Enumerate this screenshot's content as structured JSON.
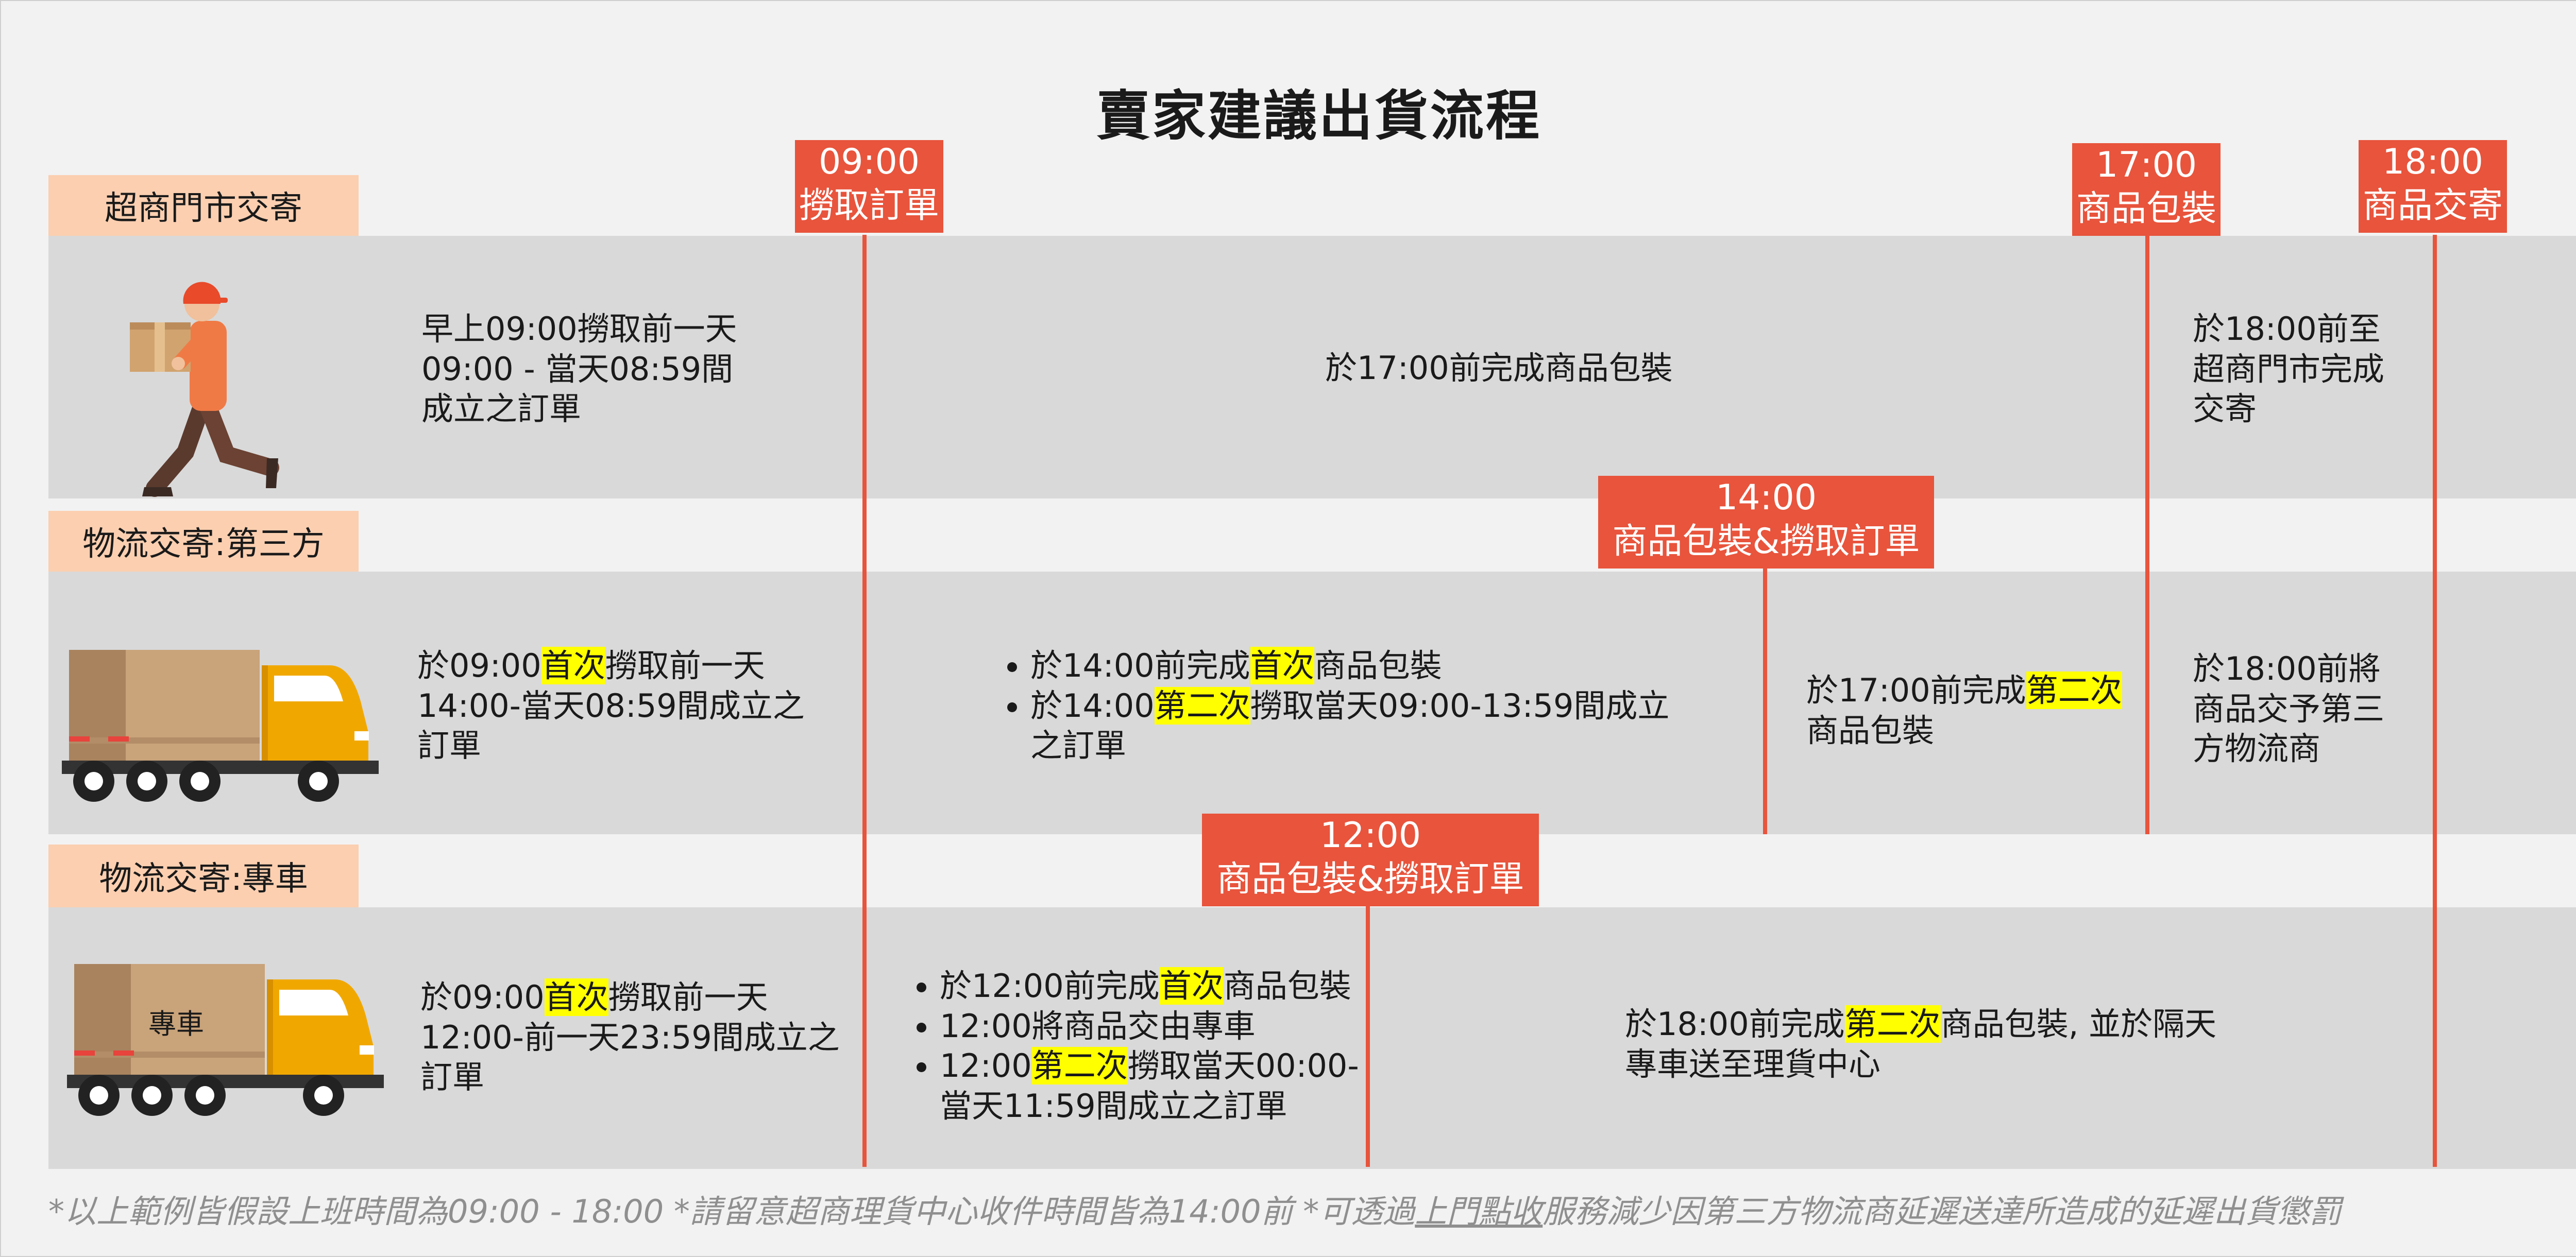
{
  "title": "賣家建議出貨流程",
  "rows": [
    {
      "tag": "超商門市交寄",
      "col1": [
        "早上09:00撈取前一天",
        "09:00 - 當天08:59間",
        "成立之訂單"
      ],
      "col2": "於17:00前完成商品包裝",
      "col3": [
        "於18:00前至",
        "超商門市完成",
        "交寄"
      ]
    },
    {
      "tag": "物流交寄:第三方",
      "col1": {
        "a": "於09:00",
        "hl": "首次",
        "b": "撈取前一天",
        "l2": "14:00-當天08:59間成立之",
        "l3": "訂單"
      },
      "b1": {
        "a": "於14:00前完成",
        "hl": "首次",
        "b": "商品包裝"
      },
      "b2": {
        "a": "於14:00",
        "hl": "第二次",
        "b": "撈取當天09:00-13:59間成立",
        "l2": "之訂單"
      },
      "col3": {
        "a": "於17:00前完成",
        "hl": "第二次",
        "l2": "商品包裝"
      },
      "col4": [
        "於18:00前將",
        "商品交予第三",
        "方物流商"
      ]
    },
    {
      "tag": "物流交寄:專車",
      "truck_label": "專車",
      "col1": {
        "a": "於09:00",
        "hl": "首次",
        "b": "撈取前一天",
        "l2": "12:00-前一天23:59間成立之",
        "l3": "訂單"
      },
      "b1": {
        "a": "於12:00前完成",
        "hl": "首次",
        "b": "商品包裝"
      },
      "b2": "12:00將商品交由專車",
      "b3": {
        "a": "12:00",
        "hl": "第二次",
        "b": "撈取當天00:00-",
        "l2": "當天11:59間成立之訂單"
      },
      "col3": {
        "a": "於18:00前完成",
        "hl": "第二次",
        "b": "商品包裝, 並於隔天",
        "l2": "專車送至理貨中心"
      }
    }
  ],
  "markers": {
    "m0900": {
      "time": "09:00",
      "label": "撈取訂單"
    },
    "m1700": {
      "time": "17:00",
      "label": "商品包裝"
    },
    "m1800": {
      "time": "18:00",
      "label": "商品交寄"
    },
    "m1400": {
      "time": "14:00",
      "label": "商品包裝&撈取訂單"
    },
    "m1200": {
      "time": "12:00",
      "label": "商品包裝&撈取訂單"
    }
  },
  "footnote": {
    "a": "*以上範例皆假設上班時間為09:00 - 18:00 *請留意超商理貨中心收件時間皆為14:00前 *可透過",
    "link": "上門點收",
    "b": "服務減少因第三方物流商延遲送達所造成的延遲出貨懲罰"
  },
  "colors": {
    "accent": "#e8543c",
    "tag_bg": "#fbcfb0",
    "band_bg": "#d9d9d9",
    "highlight": "#ffff00",
    "truck": "#f0a800",
    "box": "#c9a37a"
  }
}
